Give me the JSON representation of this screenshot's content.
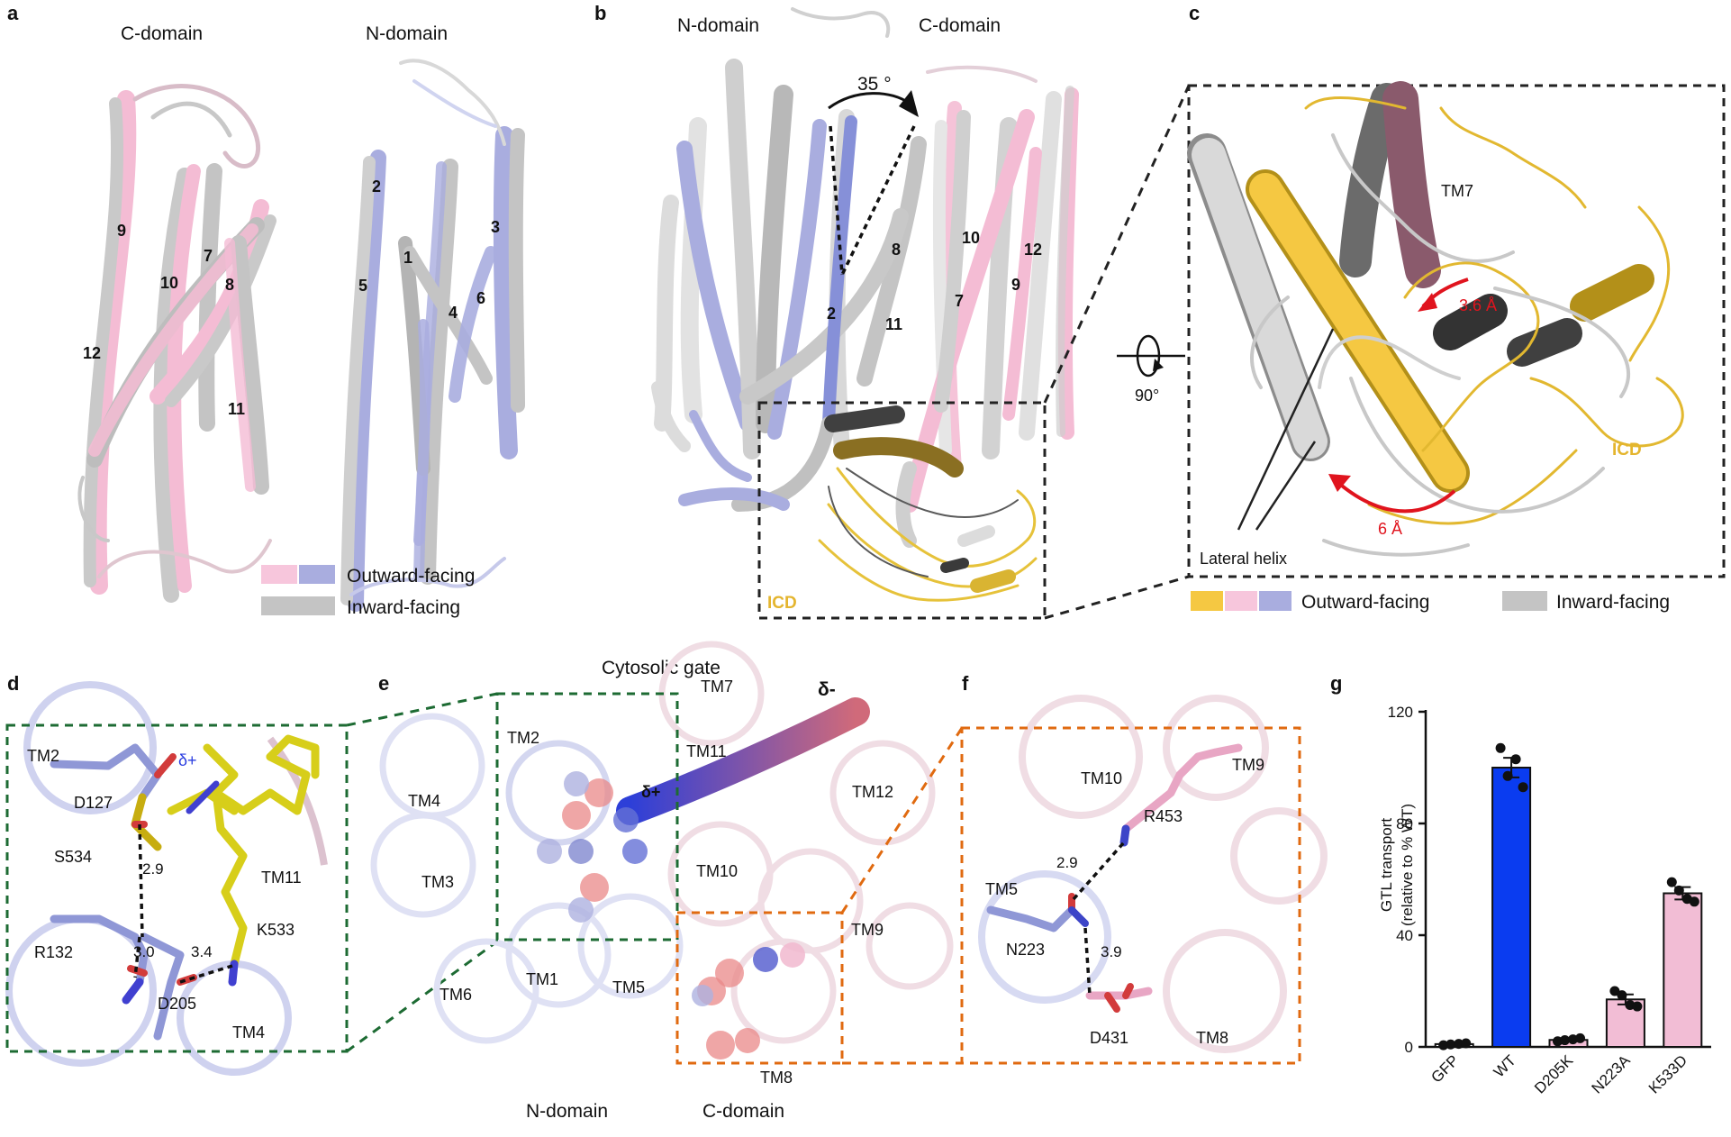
{
  "panels": {
    "a": {
      "letter": "a",
      "titles": [
        "C-domain",
        "N-domain"
      ],
      "helix_numbers": [
        "9",
        "10",
        "7",
        "8",
        "12",
        "11",
        "2",
        "1",
        "3",
        "5",
        "6",
        "4"
      ],
      "legend": [
        {
          "label": "Outward-facing",
          "colors": [
            "#f7c6dc",
            "#a9addf"
          ]
        },
        {
          "label": "Inward-facing",
          "colors": [
            "#c4c4c4"
          ]
        }
      ]
    },
    "b": {
      "letter": "b",
      "titles": [
        "N-domain",
        "C-domain"
      ],
      "angle": "35 °",
      "helix_numbers": [
        "8",
        "10",
        "12",
        "2",
        "11",
        "7",
        "9"
      ],
      "icd": "ICD"
    },
    "c": {
      "letter": "c",
      "tm7": "TM7",
      "shift1": "3.6 Å",
      "shift2": "6 Å",
      "rotation": "90°",
      "icd": "ICD",
      "lateral_helix": "Lateral helix",
      "legend": [
        {
          "label": "Outward-facing",
          "colors": [
            "#f5c842",
            "#f7c6dc",
            "#a9addf"
          ]
        },
        {
          "label": "Inward-facing",
          "colors": [
            "#c4c4c4"
          ]
        }
      ]
    },
    "d": {
      "letter": "d",
      "labels": [
        "TM2",
        "D127",
        "S534",
        "R132",
        "TM11",
        "K533",
        "D205",
        "TM4"
      ],
      "charge": "δ+",
      "distances": [
        "2.9",
        "3.0",
        "3.4"
      ]
    },
    "e": {
      "letter": "e",
      "title": "Cytosolic gate",
      "labels": [
        "TM7",
        "TM2",
        "TM11",
        "TM12",
        "TM4",
        "TM3",
        "TM10",
        "TM9",
        "TM6",
        "TM1",
        "TM5",
        "TM8"
      ],
      "charge_neg": "δ-",
      "charge_pos": "δ+",
      "domains": [
        "N-domain",
        "C-domain"
      ]
    },
    "f": {
      "letter": "f",
      "labels": [
        "TM10",
        "TM9",
        "R453",
        "TM5",
        "N223",
        "D431",
        "TM8"
      ],
      "distances": [
        "2.9",
        "3.9"
      ]
    },
    "g": {
      "letter": "g"
    }
  },
  "chart_data": {
    "type": "bar",
    "categories": [
      "GFP",
      "WT",
      "D205K",
      "N223A",
      "K533D"
    ],
    "values": [
      1,
      100,
      2.5,
      17,
      55
    ],
    "errors": [
      0.5,
      3.5,
      0.6,
      1.8,
      2.2
    ],
    "points": [
      [
        0.6,
        0.9,
        1.1,
        1.3
      ],
      [
        107,
        97,
        103,
        93
      ],
      [
        2,
        2.4,
        2.7,
        3.1
      ],
      [
        20,
        18.5,
        15,
        14.5
      ],
      [
        59,
        56,
        53,
        52
      ]
    ],
    "bar_colors": [
      "#ffffff",
      "#0a3cf0",
      "#f2bdd5",
      "#f2bdd5",
      "#f2bdd5"
    ],
    "ylabel": "GTL transport",
    "ylabel2": "(relative to % WT)",
    "yticks": [
      "0",
      "40",
      "80",
      "120"
    ],
    "ylim": [
      0,
      120
    ]
  }
}
